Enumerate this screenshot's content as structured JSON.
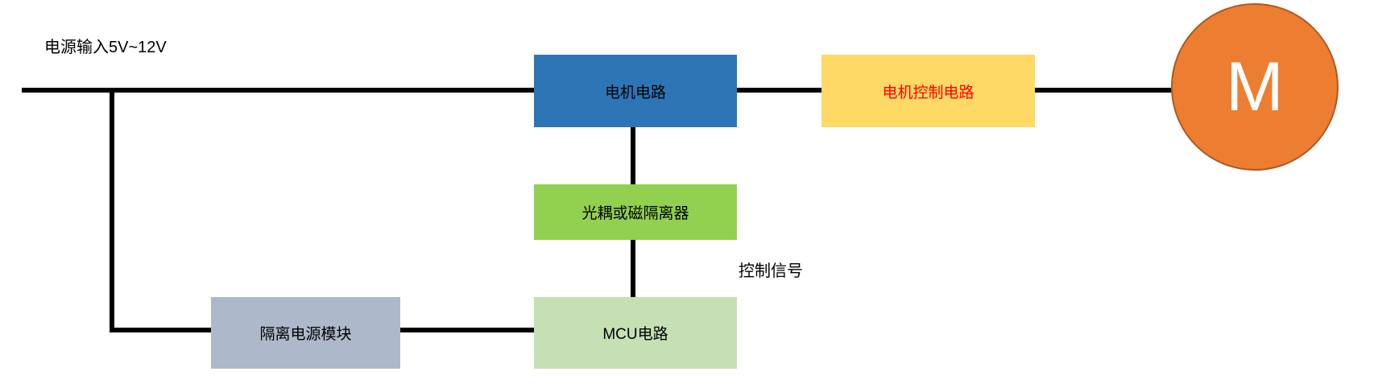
{
  "diagram": {
    "background": "#FFFFFF",
    "line_color": "#000000",
    "annotations": {
      "power_input": "电源输入5V~12V",
      "control_signal": "控制信号"
    },
    "nodes": {
      "motor_circuit": {
        "label": "电机电路",
        "fill": "#2E75B6",
        "text_color": "#000000",
        "shape": "rect"
      },
      "motor_control_circuit": {
        "label": "电机控制电路",
        "fill": "#FFD966",
        "text_color": "#FF0000",
        "shape": "rect"
      },
      "isolator": {
        "label": "光耦或磁隔离器",
        "fill": "#92D050",
        "text_color": "#000000",
        "shape": "rect"
      },
      "mcu_circuit": {
        "label": "MCU电路",
        "fill": "#C6E0B4",
        "text_color": "#000000",
        "shape": "rect"
      },
      "isolated_power_module": {
        "label": "隔离电源模块",
        "fill": "#ADB9CA",
        "text_color": "#000000",
        "shape": "rect"
      },
      "motor": {
        "label": "M",
        "fill": "#ED7D31",
        "border_color": "#AE5A21",
        "text_color": "#FFFFFF",
        "shape": "circle"
      }
    }
  }
}
